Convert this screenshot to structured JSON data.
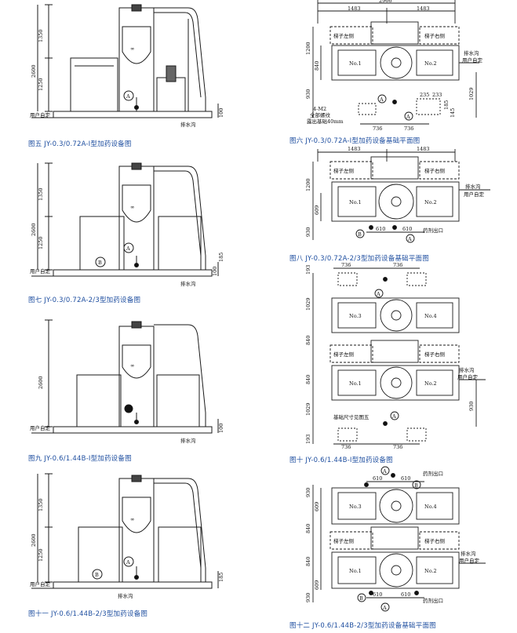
{
  "colors": {
    "caption": "#1f4fa0",
    "line": "#1a1a1a"
  },
  "common": {
    "user_install": "用户自定",
    "drain": "排水沟",
    "h2600": "2600",
    "h1350": "1350",
    "h1250": "1250",
    "h100": "100",
    "h185": "185",
    "mark_a": "A",
    "mark_b": "B",
    "tank1": "No.1",
    "tank2": "No.2",
    "tank3": "No.3",
    "tank4": "No.4",
    "ladder_left": "梯子左侧",
    "ladder_right": "梯子右侧",
    "drug_outlet": "药剂出口"
  },
  "fig5": {
    "caption": "图五   JY-0.3/0.72A-I型加药设备图"
  },
  "fig7": {
    "caption": "图七   JY-0.3/0.72A-2/3型加药设备图"
  },
  "fig9": {
    "caption": "图九   JY-0.6/1.44B-I型加药设备图"
  },
  "fig11": {
    "caption": "图十一   JY-0.6/1.44B-2/3型加药设备图"
  },
  "fig6": {
    "caption": "图六   JY-0.3/0.72A-I型加药设备基础平面图",
    "d2966": "2966",
    "d1483a": "1483",
    "d1483b": "1483",
    "d1200": "1200",
    "d840": "840",
    "d930": "930",
    "d1029": "1029",
    "d736a": "736",
    "d736b": "736",
    "d235": "235",
    "d233": "233",
    "d185": "185",
    "d145": "145",
    "note1": "4-M2",
    "note2": "全部螺纹",
    "note3": "露出基础40mm"
  },
  "fig8": {
    "caption": "图八   JY-0.3/0.72A-2/3型加药设备基础平面图",
    "d1483a": "1483",
    "d1483b": "1483",
    "d1200": "1200",
    "d609": "609",
    "d930": "930",
    "d610a": "610",
    "d610b": "610"
  },
  "fig10": {
    "caption": "图十   JY-0.6/1.44B-I型加药设备图",
    "d193a": "193",
    "d193b": "193",
    "d736a": "736",
    "d736b": "736",
    "d736c": "736",
    "d736d": "736",
    "d1029a": "1029",
    "d1029b": "1029",
    "d840a": "840",
    "d840b": "840",
    "d930": "930",
    "note": "基础尺寸见图五"
  },
  "fig12": {
    "caption": "图十二   JY-0.6/1.44B-2/3型加药设备基础平面图",
    "d610a": "610",
    "d610b": "610",
    "d610c": "610",
    "d610d": "610",
    "d930a": "930",
    "d930b": "930",
    "d609a": "609",
    "d609b": "609",
    "d840a": "840",
    "d840b": "840"
  }
}
